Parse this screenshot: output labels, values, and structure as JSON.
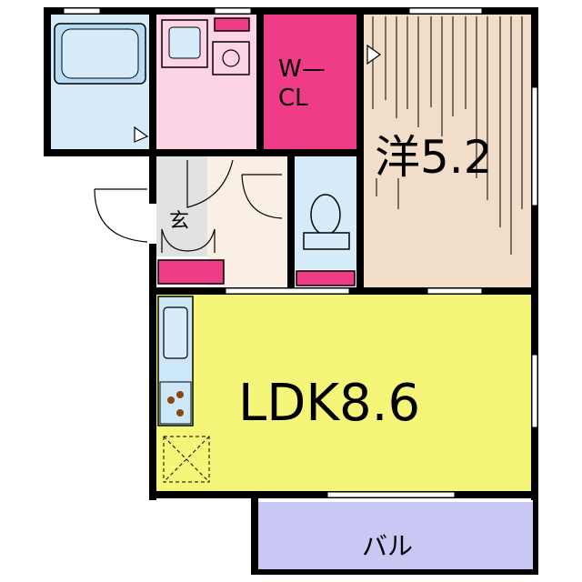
{
  "rooms": {
    "western": {
      "label": "洋5.2"
    },
    "walk_in_closet": {
      "line1": "W—",
      "line2": "CL"
    },
    "entrance": {
      "label": "玄"
    },
    "ldk": {
      "label": "LDK8.6"
    },
    "balcony": {
      "label": "バル"
    }
  },
  "colors": {
    "western_floor": "#f2ddc9",
    "ldk_floor": "#f5f57a",
    "wic": "#ee3d86",
    "washroom": "#fdd3e6",
    "bath": "#d6ecfb",
    "toilet": "#d6ecfb",
    "hall": "#faefe4",
    "entrance": "#e2e2e2",
    "storage": "#ee3d86",
    "kitchen": "#cce7f8",
    "balcony": "#c9c7f4",
    "wall": "#000000"
  }
}
